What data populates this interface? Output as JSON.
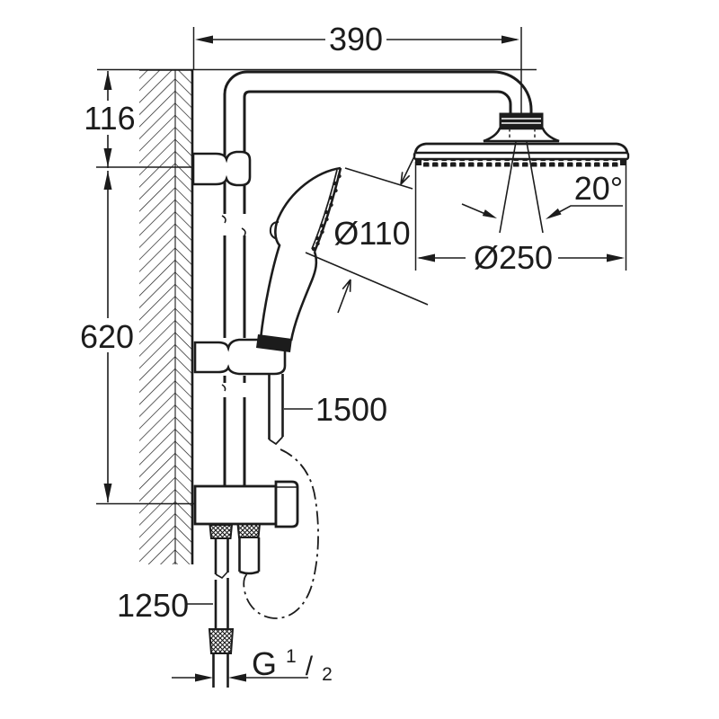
{
  "drawing": {
    "kind": "shower-system installation diagram",
    "colors": {
      "line": "#1c1c1c",
      "background": "#ffffff"
    },
    "dims": {
      "arm_projection": "390",
      "top_offset": "116",
      "rail_length": "620",
      "shower_hose_length": "1500",
      "supply_hose_length": "1250",
      "hand_shower_diameter": "Ø110",
      "head_shower_diameter": "Ø250",
      "spray_angle": "20°",
      "thread_letter": "G",
      "thread_numerator": "1",
      "thread_slash": "/",
      "thread_denominator": "2"
    }
  }
}
